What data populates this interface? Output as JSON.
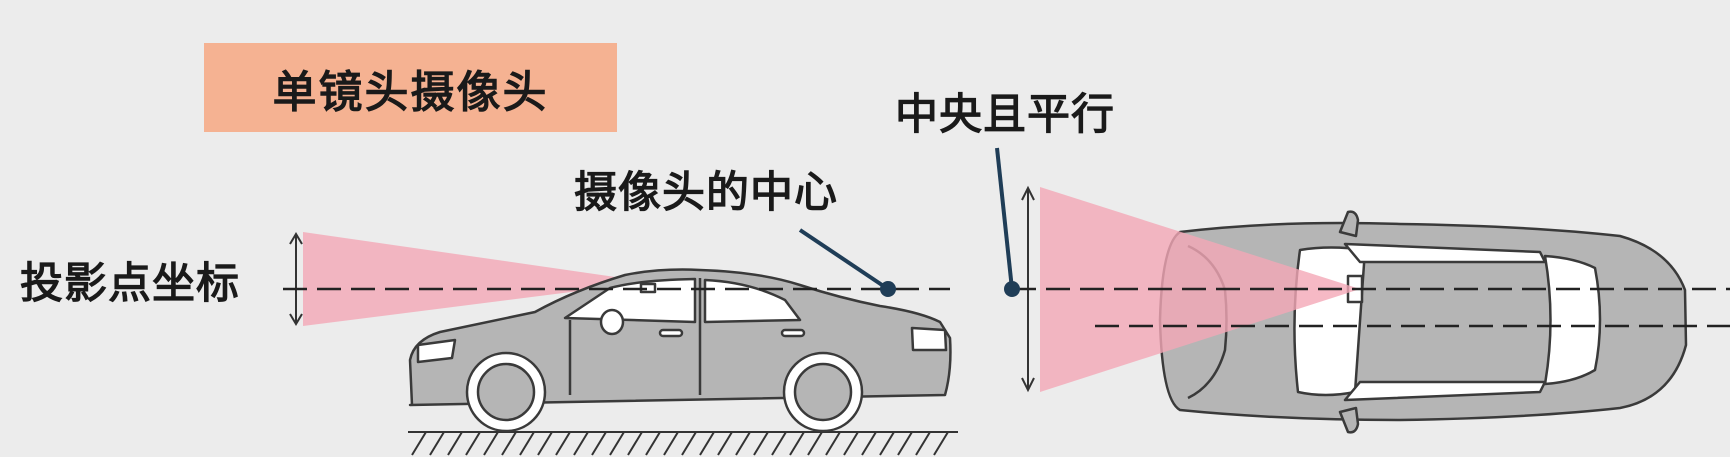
{
  "title": "单镜头摄像头",
  "labels": {
    "camera_center": "摄像头的中心",
    "projection_coordinate": "投影点坐标",
    "center_parallel": "中央且平行"
  },
  "colors": {
    "background": "#ececec",
    "title_box": "#f5b292",
    "beam": "#f4a7b6",
    "car_body": "#b5b5b5",
    "car_outline": "#3a3a3a",
    "leader_line": "#1f3d57"
  }
}
